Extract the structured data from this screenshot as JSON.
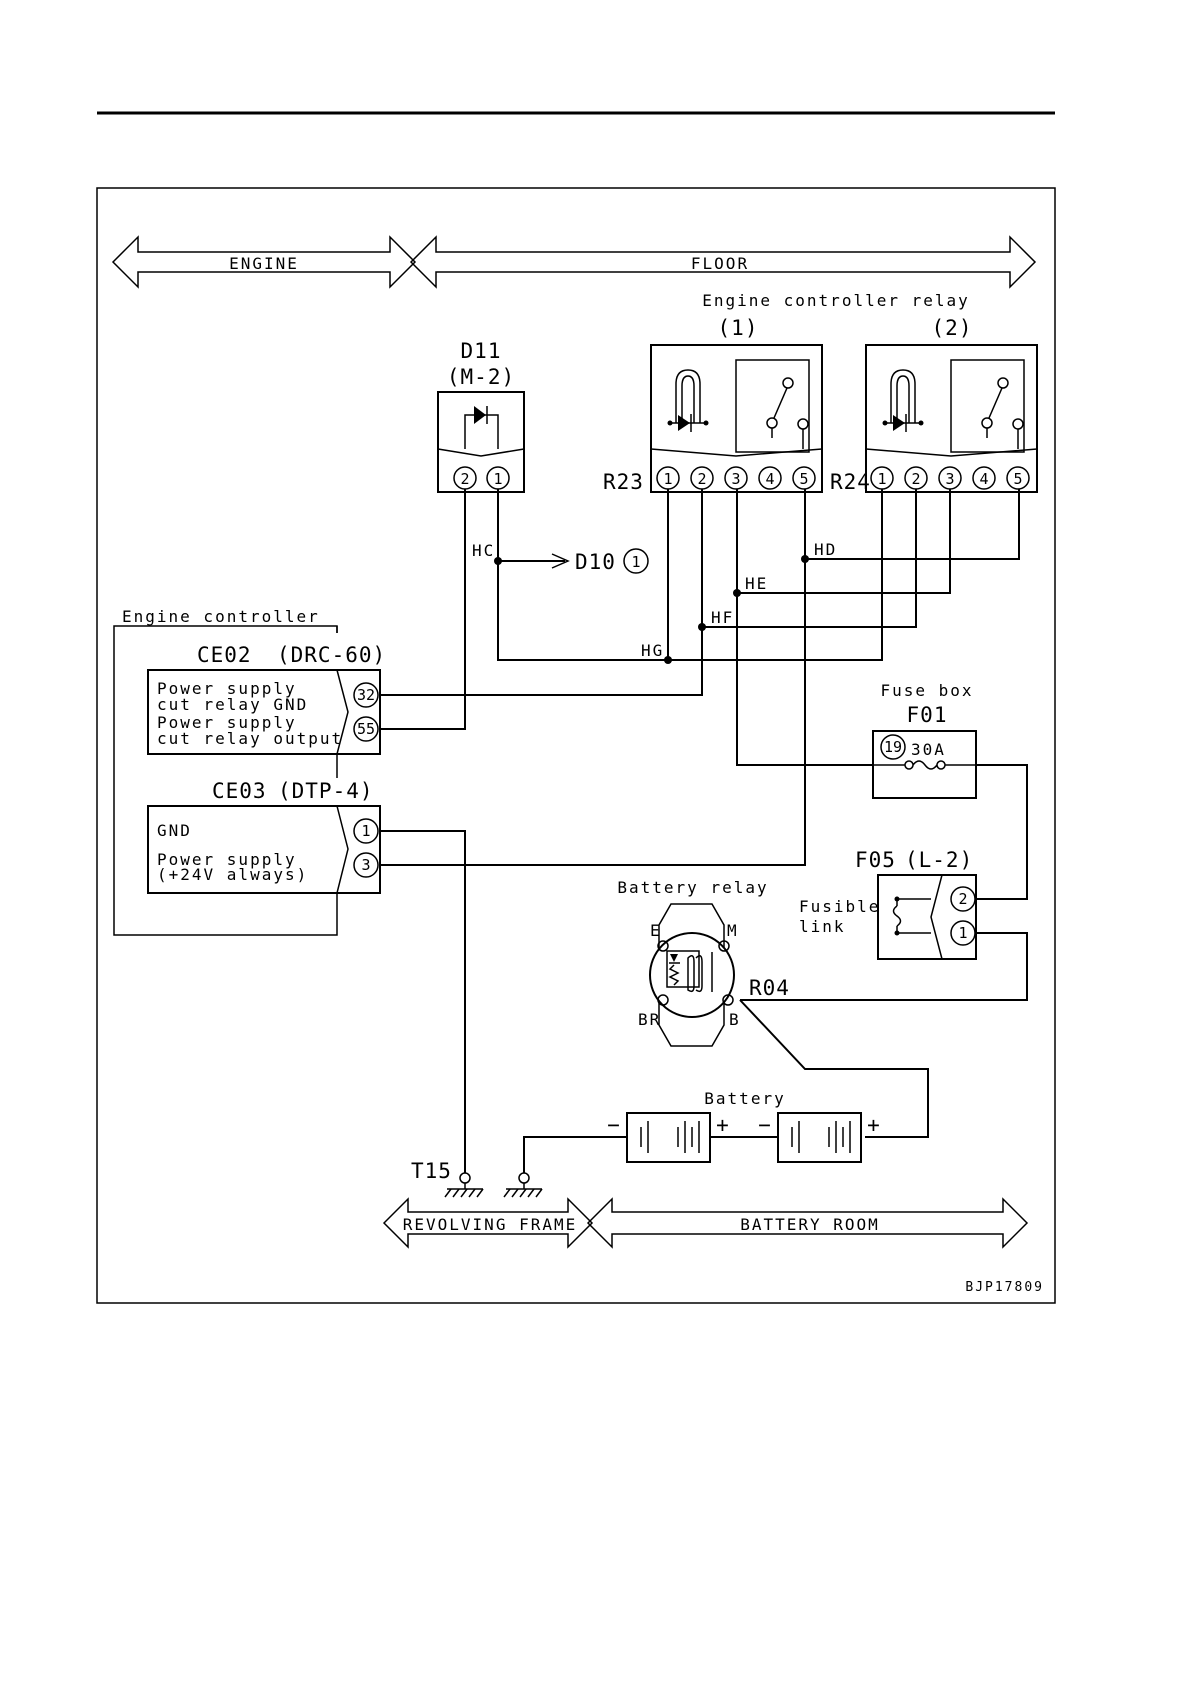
{
  "zones": {
    "engine": "ENGINE",
    "floor": "FLOOR",
    "revolving_frame": "REVOLVING FRAME",
    "battery_room": "BATTERY ROOM"
  },
  "relay_group": {
    "title": "Engine controller relay",
    "relay1_index": "(1)",
    "relay2_index": "(2)",
    "relay1_id": "R23",
    "relay2_id": "R24",
    "pins": [
      "1",
      "2",
      "3",
      "4",
      "5"
    ]
  },
  "diode": {
    "id": "D11",
    "type": "(M-2)",
    "pins": [
      "2",
      "1"
    ]
  },
  "diode_link": {
    "id": "D10",
    "pin": "1"
  },
  "splices": [
    "HC",
    "HD",
    "HE",
    "HF",
    "HG"
  ],
  "engine_controller": {
    "title": "Engine controller",
    "ce02": {
      "id": "CE02",
      "type": "(DRC-60)",
      "lines": [
        "Power supply",
        "cut relay GND",
        "Power supply",
        "cut relay output"
      ],
      "pins": [
        "32",
        "55"
      ]
    },
    "ce03": {
      "id": "CE03",
      "type": "(DTP-4)",
      "lines": [
        "GND",
        "Power supply",
        "(+24V always)"
      ],
      "pins": [
        "1",
        "3"
      ]
    }
  },
  "fuse_box": {
    "title": "Fuse box",
    "id": "F01",
    "pin": "19",
    "rating": "30A"
  },
  "fusible_link": {
    "id": "F05",
    "type": "(L-2)",
    "title_lines": [
      "Fusible",
      "link"
    ],
    "pins": [
      "2",
      "1"
    ]
  },
  "battery_relay": {
    "title": "Battery relay",
    "id": "R04",
    "terminals": [
      "E",
      "M",
      "BR",
      "B"
    ]
  },
  "battery": {
    "title": "Battery",
    "minus": "−",
    "plus": "+"
  },
  "ground": {
    "id": "T15"
  },
  "figure_code": "BJP17809"
}
